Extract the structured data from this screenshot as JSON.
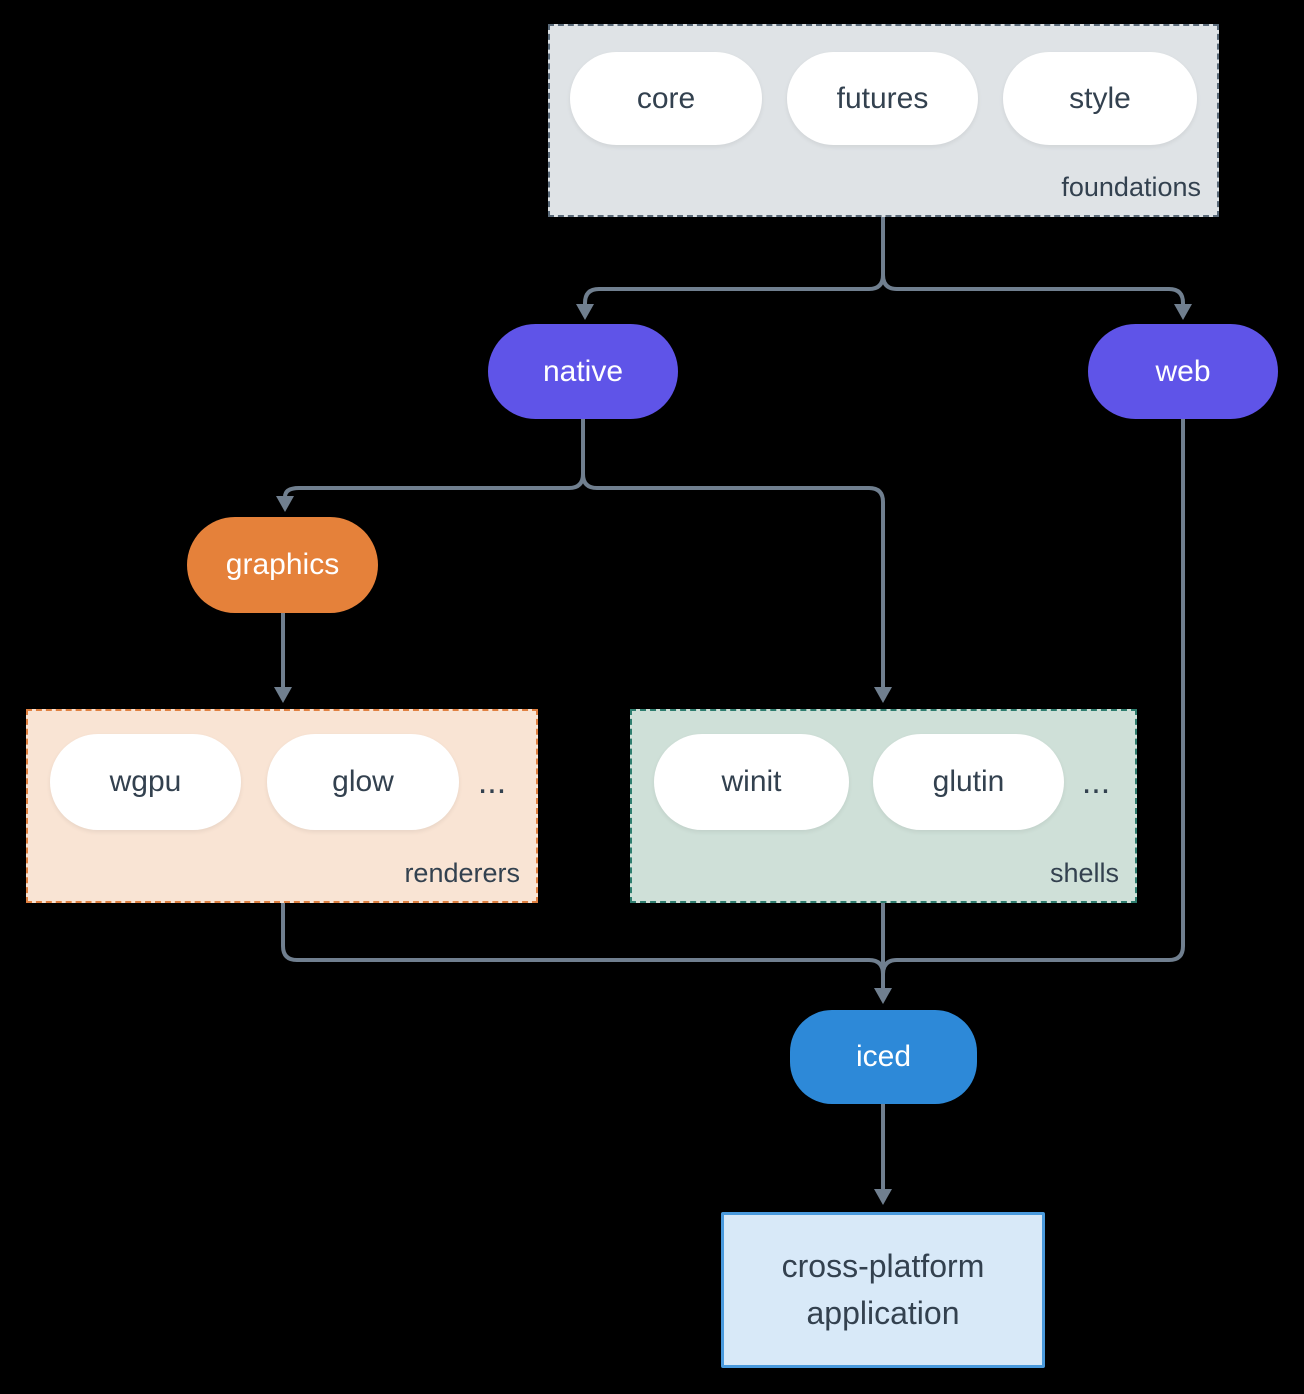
{
  "colors": {
    "background": "#000000",
    "edge": "#707f8f",
    "node_purple": "#5f54e8",
    "node_orange": "#e5813a",
    "node_blue": "#2d89d8",
    "pill_white": "#ffffff",
    "text_dark": "#33414f",
    "text_light": "#ffffff",
    "foundations_bg": "#dfe3e6",
    "foundations_border": "#5a6a79",
    "renderers_bg": "#f9e4d4",
    "renderers_border": "#e08040",
    "shells_bg": "#cfe0d8",
    "shells_border": "#2e7d6e",
    "app_bg": "#d8e9f8",
    "app_border": "#4a9add"
  },
  "foundations": {
    "label": "foundations",
    "pills": [
      "core",
      "futures",
      "style"
    ]
  },
  "native": {
    "label": "native"
  },
  "web": {
    "label": "web"
  },
  "graphics": {
    "label": "graphics"
  },
  "renderers": {
    "label": "renderers",
    "pills": [
      "wgpu",
      "glow"
    ],
    "more": "..."
  },
  "shells": {
    "label": "shells",
    "pills": [
      "winit",
      "glutin"
    ],
    "more": "..."
  },
  "iced": {
    "label": "iced"
  },
  "application": {
    "line1": "cross-platform",
    "line2": "application"
  }
}
